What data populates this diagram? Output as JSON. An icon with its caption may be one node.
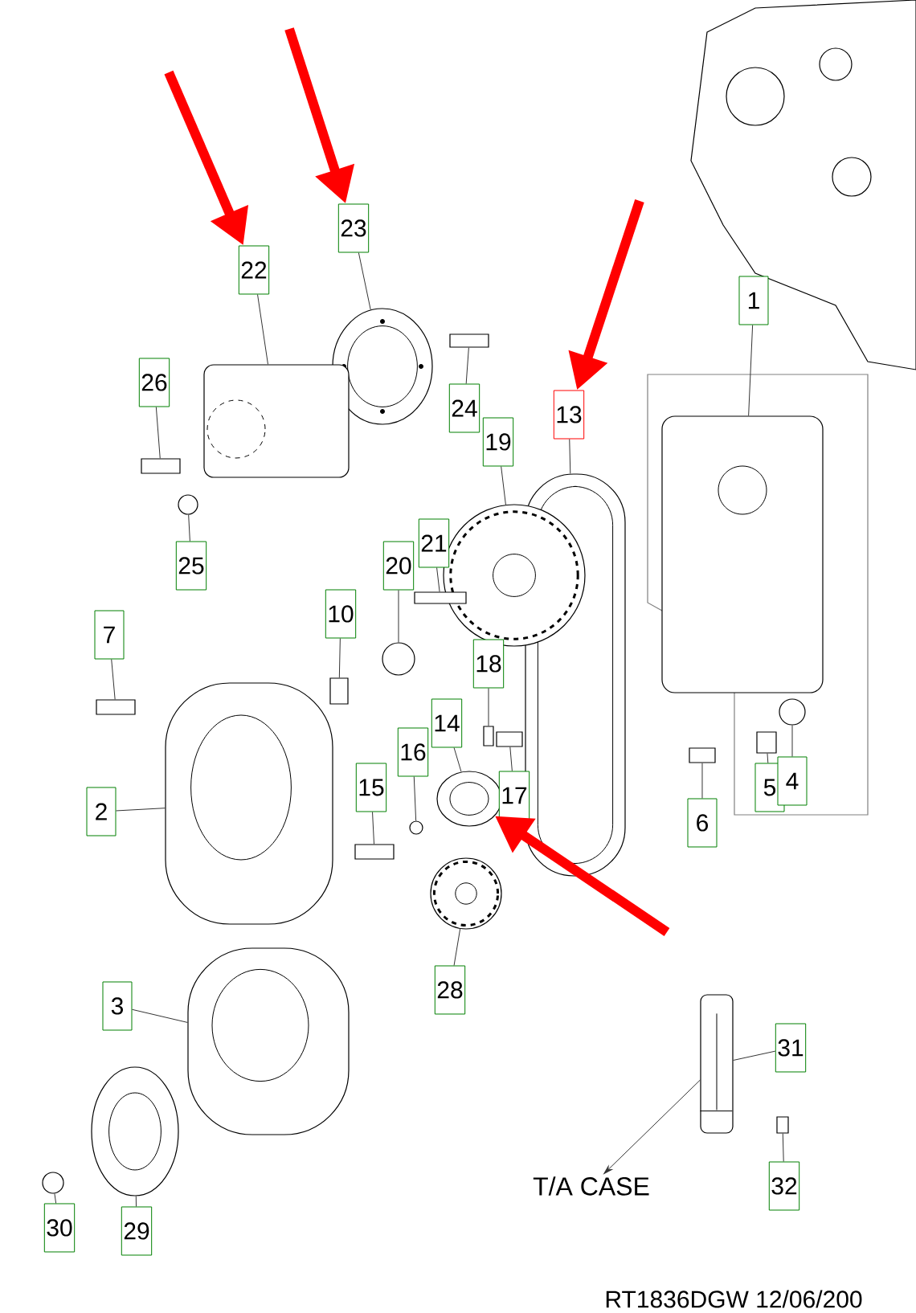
{
  "diagram": {
    "nodes": [
      {
        "text": [
          "23"
        ]
      },
      {
        "text": [
          "22"
        ]
      },
      {
        "text": [
          "1"
        ]
      },
      {
        "text": [
          "26"
        ]
      },
      {
        "text": [
          "24"
        ]
      },
      {
        "text": [
          "13"
        ]
      },
      {
        "text": [
          "19"
        ]
      },
      {
        "text": [
          "21"
        ]
      },
      {
        "text": [
          "20"
        ]
      },
      {
        "text": [
          "25"
        ]
      },
      {
        "text": [
          "10"
        ]
      },
      {
        "text": [
          "7"
        ]
      },
      {
        "text": [
          "18"
        ]
      },
      {
        "text": [
          "14"
        ]
      },
      {
        "text": [
          "16"
        ]
      },
      {
        "text": [
          "5"
        ]
      },
      {
        "text": [
          "4"
        ]
      },
      {
        "text": [
          "15"
        ]
      },
      {
        "text": [
          "17"
        ]
      },
      {
        "text": [
          "2"
        ]
      },
      {
        "text": [
          "6"
        ]
      },
      {
        "text": [
          "28"
        ]
      },
      {
        "text": [
          "3"
        ]
      },
      {
        "text": [
          "31"
        ]
      },
      {
        "text": [
          "32"
        ]
      },
      {
        "text": [
          "30"
        ]
      },
      {
        "text": [
          "29"
        ]
      },
      {
        "text": [],
        "shape": "picture"
      },
      {
        "text": [],
        "shape": "picture"
      },
      {
        "text": [],
        "shape": "picture"
      },
      {
        "text": [],
        "shape": "box"
      },
      {
        "text": [],
        "shape": "box"
      },
      {
        "text": [],
        "shape": "picture"
      },
      {
        "text": [],
        "shape": "picture"
      },
      {
        "text": [],
        "shape": "box"
      },
      {
        "text": [],
        "shape": "circle"
      },
      {
        "text": [],
        "shape": "circle"
      },
      {
        "text": [],
        "shape": "box"
      },
      {
        "text": [],
        "shape": "box"
      },
      {
        "text": [],
        "shape": "box"
      },
      {
        "text": [],
        "shape": "picture"
      },
      {
        "text": [],
        "shape": "circle"
      },
      {
        "text": [],
        "shape": "box"
      },
      {
        "text": [],
        "shape": "circle"
      },
      {
        "text": [],
        "shape": "box"
      },
      {
        "text": [],
        "shape": "box"
      },
      {
        "text": [],
        "shape": "picture"
      },
      {
        "text": [],
        "shape": "box"
      },
      {
        "text": [],
        "shape": "picture"
      },
      {
        "text": [],
        "shape": "picture"
      },
      {
        "text": [],
        "shape": "picture"
      },
      {
        "text": [],
        "shape": "box"
      },
      {
        "text": [],
        "shape": "circle"
      },
      {
        "text": [],
        "shape": "picture"
      },
      {
        "text": [
          "T/A CASE"
        ]
      }
    ],
    "edges": [
      {
        "from": 0,
        "to": 27,
        "arrow": "none"
      },
      {
        "from": 1,
        "to": 28,
        "arrow": "none"
      },
      {
        "from": 2,
        "to": 29,
        "arrow": "none"
      },
      {
        "from": 3,
        "to": 30,
        "arrow": "none"
      },
      {
        "from": 4,
        "to": 31,
        "arrow": "none"
      },
      {
        "from": 5,
        "to": 32,
        "arrow": "none"
      },
      {
        "from": 6,
        "to": 33,
        "arrow": "none"
      },
      {
        "from": 7,
        "to": 34,
        "arrow": "none"
      },
      {
        "from": 8,
        "to": 35,
        "arrow": "none"
      },
      {
        "from": 9,
        "to": 36,
        "arrow": "none"
      },
      {
        "from": 10,
        "to": 37,
        "arrow": "none"
      },
      {
        "from": 11,
        "to": 38,
        "arrow": "none"
      },
      {
        "from": 12,
        "to": 39,
        "arrow": "none"
      },
      {
        "from": 13,
        "to": 40,
        "arrow": "none"
      },
      {
        "from": 14,
        "to": 41,
        "arrow": "none"
      },
      {
        "from": 15,
        "to": 42,
        "arrow": "none"
      },
      {
        "from": 16,
        "to": 43,
        "arrow": "none"
      },
      {
        "from": 17,
        "to": 44,
        "arrow": "none"
      },
      {
        "from": 18,
        "to": 45,
        "arrow": "none"
      },
      {
        "from": 19,
        "to": 46,
        "arrow": "none"
      },
      {
        "from": 20,
        "to": 47,
        "arrow": "none"
      },
      {
        "from": 21,
        "to": 48,
        "arrow": "none"
      },
      {
        "from": 22,
        "to": 49,
        "arrow": "none"
      },
      {
        "from": 23,
        "to": 50,
        "arrow": "none"
      },
      {
        "from": 24,
        "to": 51,
        "arrow": "none"
      },
      {
        "from": 25,
        "to": 52,
        "arrow": "none"
      },
      {
        "from": 26,
        "to": 53,
        "arrow": "none"
      },
      {
        "from": 50,
        "to": 54,
        "arrow": "to"
      },
      {
        "from": null,
        "to": 1,
        "arrow": "to",
        "style": "thick",
        "color": "#ff0000"
      },
      {
        "from": null,
        "to": 0,
        "arrow": "to",
        "style": "thick",
        "color": "#ff0000"
      },
      {
        "from": null,
        "to": 5,
        "arrow": "to",
        "style": "thick",
        "color": "#ff0000"
      },
      {
        "from": null,
        "to": 40,
        "arrow": "to",
        "style": "thick",
        "color": "#ff0000"
      }
    ],
    "labels": [
      "RT1836DGW 12/06/200"
    ]
  }
}
